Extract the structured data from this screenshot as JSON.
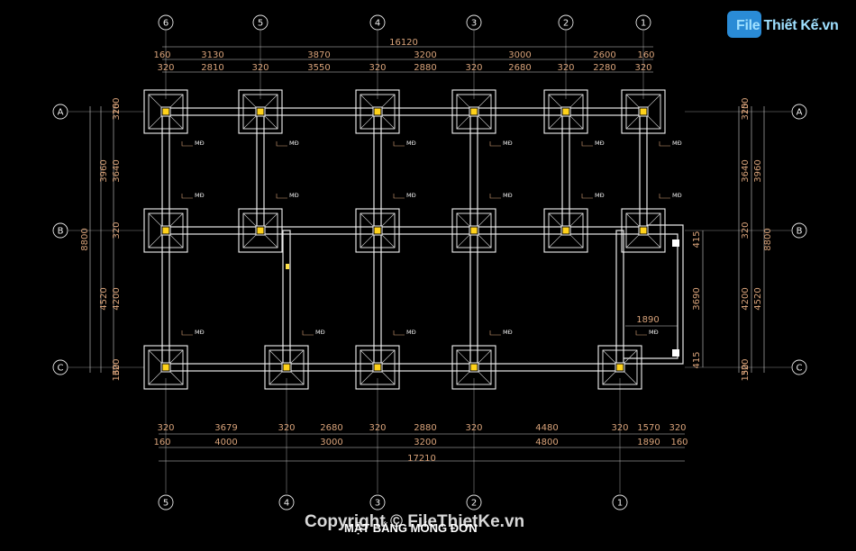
{
  "drawing": {
    "title": "MẶT BẰNG MÓNG ĐƠN",
    "watermark_copyright": "Copyright © FileThietKe.vn",
    "logo_text": "File Thiết Kế.vn",
    "footing_label": "MĐ"
  },
  "grid": {
    "top_axes": [
      "6",
      "5",
      "4",
      "3",
      "2",
      "1"
    ],
    "bottom_axes": [
      "5",
      "4",
      "3",
      "2",
      "1"
    ],
    "row_axes": [
      "A",
      "B",
      "C"
    ]
  },
  "dimensions": {
    "top_total": "16120",
    "top_row1": [
      "160",
      "3130",
      "3870",
      "3200",
      "3000",
      "2600",
      "160"
    ],
    "top_row2": [
      "320",
      "2810",
      "320",
      "3550",
      "320",
      "2880",
      "320",
      "2680",
      "320",
      "2280",
      "320"
    ],
    "bottom_row1": [
      "320",
      "3679",
      "320",
      "2680",
      "320",
      "2880",
      "320",
      "4480",
      "320",
      "1570",
      "320"
    ],
    "bottom_row2": [
      "160",
      "4000",
      "3000",
      "3200",
      "4800",
      "1890",
      "160"
    ],
    "bottom_total": "17210",
    "left_seg": [
      "160",
      "320",
      "3640",
      "320",
      "4200",
      "320",
      "160"
    ],
    "left_mid": [
      "3960",
      "4520"
    ],
    "left_total": "8800",
    "right_seg": [
      "150",
      "320",
      "3640",
      "320",
      "4200",
      "320",
      "150"
    ],
    "right_mid": [
      "3960",
      "4520"
    ],
    "right_total": "8800",
    "right_notch": [
      "415",
      "3690",
      "415"
    ],
    "notch_width": "1890"
  }
}
